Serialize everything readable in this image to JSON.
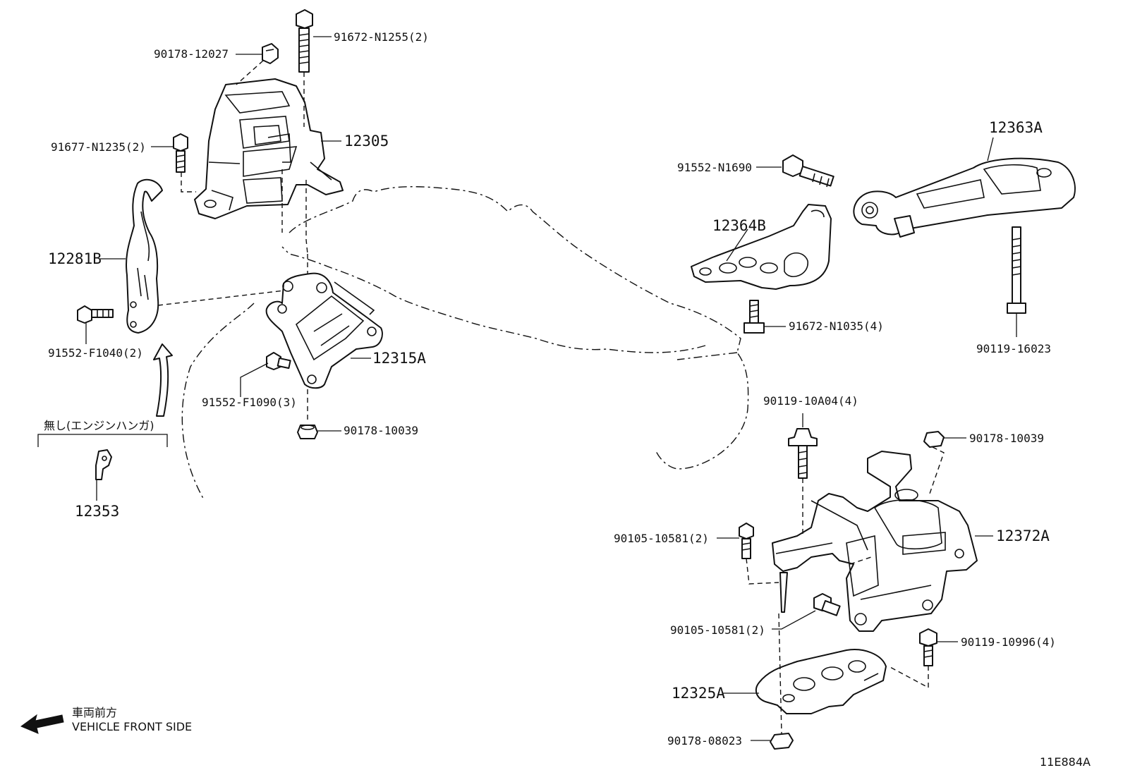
{
  "labels": {
    "p90178_12027": "90178-12027",
    "p91672_N1255": "91672-N1255(2)",
    "p12305": "12305",
    "p91677_N1235": "91677-N1235(2)",
    "p12281B": "12281B",
    "p91552_F1040": "91552-F1040(2)",
    "p12315A": "12315A",
    "p91552_F1090": "91552-F1090(3)",
    "p90178_10039_a": "90178-10039",
    "p12353": "12353",
    "p12363A": "12363A",
    "p91552_N1690": "91552-N1690",
    "p12364B": "12364B",
    "p91672_N1035": "91672-N1035(4)",
    "p90119_16023": "90119-16023",
    "p90119_10A04": "90119-10A04(4)",
    "p90178_10039_b": "90178-10039",
    "p12372A": "12372A",
    "p90105_10581_a": "90105-10581(2)",
    "p90105_10581_b": "90105-10581(2)",
    "p90119_10996": "90119-10996(4)",
    "p12325A": "12325A",
    "p90178_08023": "90178-08023"
  },
  "notes": {
    "no_engine_hanger": "無し(エンジンハンガ)",
    "front_jp": "車両前方",
    "front_en": "VEHICLE FRONT SIDE",
    "diagram_code": "11E884A"
  },
  "icons": {
    "front_arrow": "left-arrow-icon"
  }
}
